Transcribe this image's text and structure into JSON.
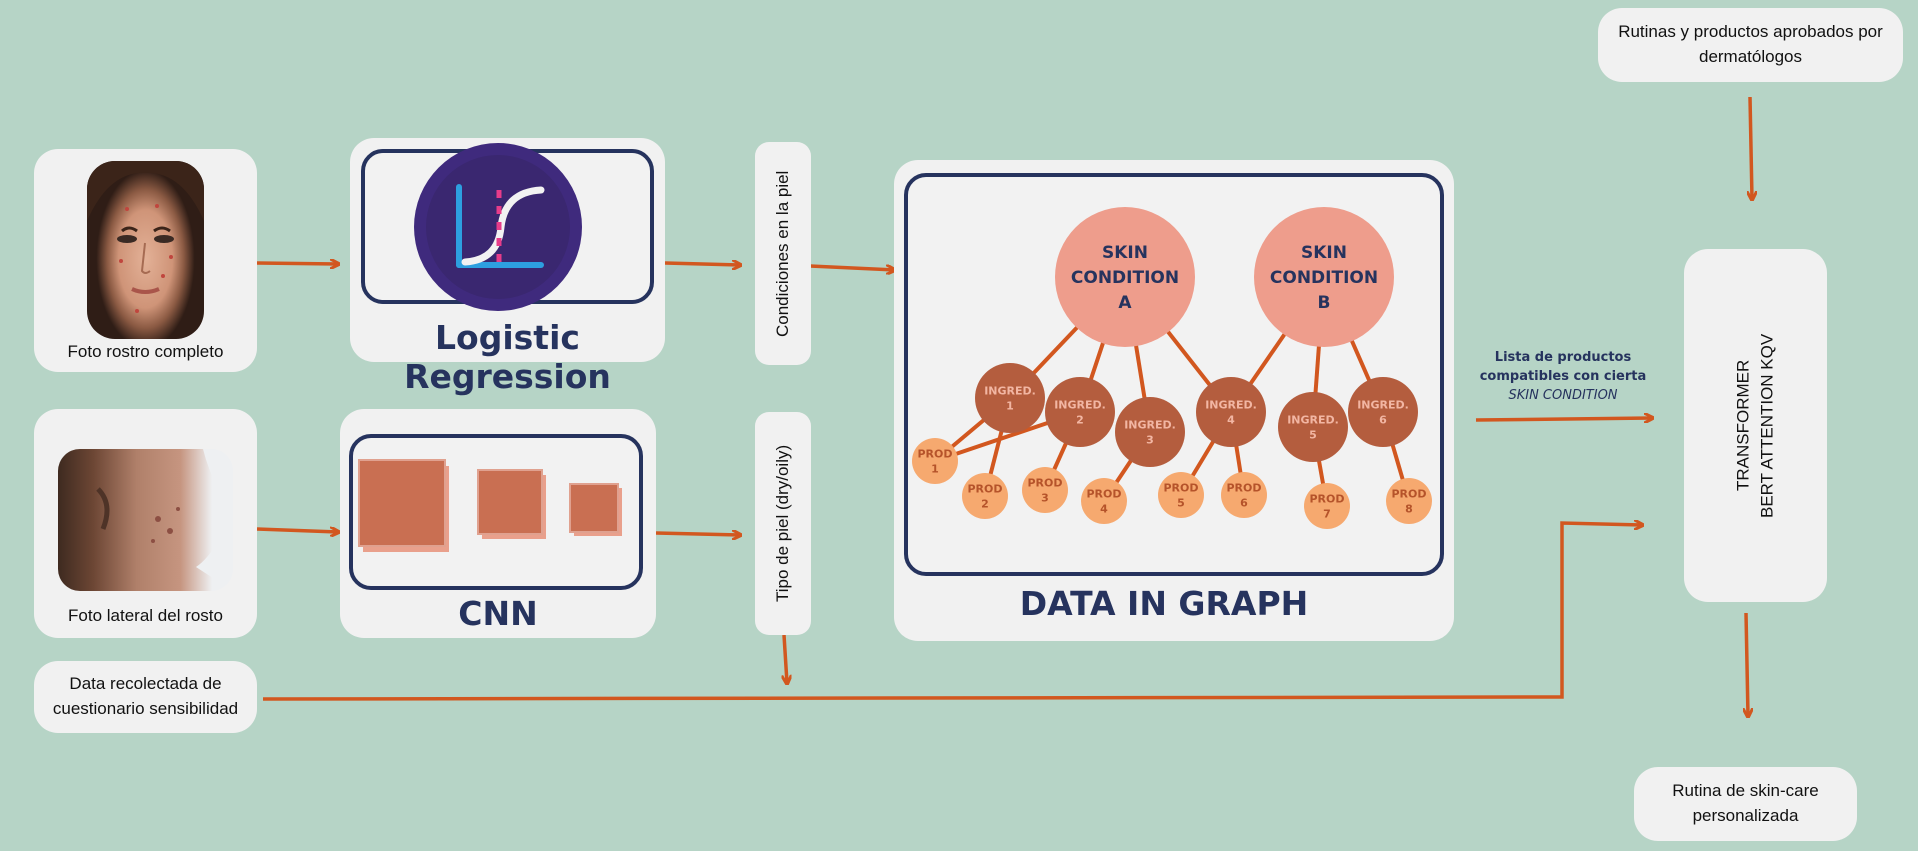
{
  "inputs": {
    "front_photo_label": "Foto rostro completo",
    "side_photo_label": "Foto lateral del rosto",
    "questionnaire_label": "Data recolectada de cuestionario sensibilidad"
  },
  "models": {
    "logistic_regression_title": "Logistic Regression",
    "cnn_title": "CNN"
  },
  "outputs": {
    "skin_conditions_label": "Condiciones en la piel",
    "skin_type_label": "Tipo de piel (dry/oily)"
  },
  "graph": {
    "title": "DATA IN GRAPH",
    "conditions": [
      {
        "lines": [
          "SKIN",
          "CONDITION",
          "A"
        ]
      },
      {
        "lines": [
          "SKIN",
          "CONDITION",
          "B"
        ]
      }
    ],
    "ingredients": [
      {
        "lines": [
          "INGRED.",
          "1"
        ]
      },
      {
        "lines": [
          "INGRED.",
          "2"
        ]
      },
      {
        "lines": [
          "INGRED.",
          "3"
        ]
      },
      {
        "lines": [
          "INGRED.",
          "4"
        ]
      },
      {
        "lines": [
          "INGRED.",
          "5"
        ]
      },
      {
        "lines": [
          "INGRED.",
          "6"
        ]
      }
    ],
    "products": [
      {
        "lines": [
          "PROD",
          "1"
        ]
      },
      {
        "lines": [
          "PROD",
          "2"
        ]
      },
      {
        "lines": [
          "PROD",
          "3"
        ]
      },
      {
        "lines": [
          "PROD",
          "4"
        ]
      },
      {
        "lines": [
          "PROD",
          "5"
        ]
      },
      {
        "lines": [
          "PROD",
          "6"
        ]
      },
      {
        "lines": [
          "PROD",
          "7"
        ]
      },
      {
        "lines": [
          "PROD",
          "8"
        ]
      }
    ]
  },
  "compatible_list": {
    "line1": "Lista de productos",
    "line2": "compatibles con cierta",
    "line3": "SKIN CONDITION"
  },
  "approved": {
    "label": "Rutinas y productos aprobados por dermatólogos"
  },
  "transformer": {
    "line1": "TRANSFORMER",
    "line2": "BERT ATTENTION KQV"
  },
  "result": {
    "label": "Rutina de skin-care personalizada"
  },
  "colors": {
    "background": "#b6d4c6",
    "card": "#f1f1f1",
    "navy": "#26335e",
    "arrow": "#d2571f",
    "condition_node": "#ee9d8c",
    "ingredient_node": "#b45d3e",
    "product_node": "#f6a96f",
    "purple": "#3f2a7d"
  }
}
